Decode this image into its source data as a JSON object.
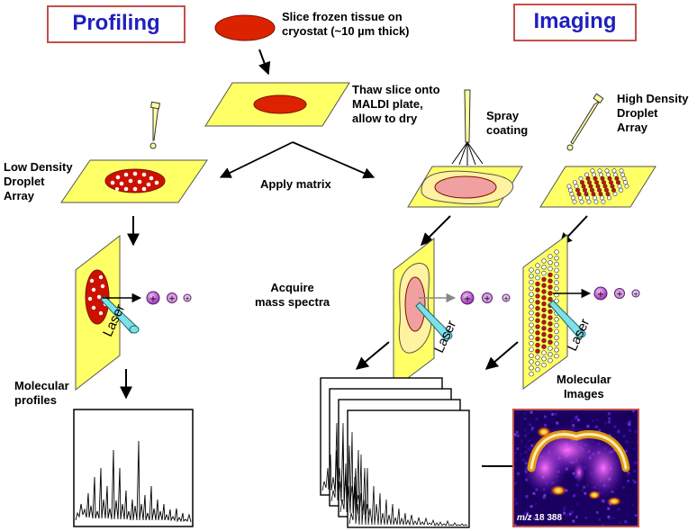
{
  "titles": {
    "profiling": "Profiling",
    "imaging": "Imaging"
  },
  "steps": {
    "slice": "Slice frozen tissue on\ncryostat (~10 µm thick)",
    "thaw": "Thaw slice onto\nMALDI plate,\nallow to dry",
    "apply_matrix": "Apply matrix",
    "low_density": "Low Density\nDroplet\nArray",
    "spray": "Spray\ncoating",
    "high_density": "High Density\nDroplet\nArray",
    "acquire": "Acquire\nmass spectra",
    "molecular_profiles": "Molecular\nprofiles",
    "molecular_images": "Molecular\nImages",
    "laser": "Laser"
  },
  "image_caption": {
    "mz_label": "m/z",
    "mz_value": "18 388"
  },
  "colors": {
    "title_border": "#c0504d",
    "title_text": "#1f1fbf",
    "plate": "#ffff66",
    "tissue": "#dd2200",
    "tissue_coated": "#f0a0a0",
    "ion": "#b050c0",
    "laser_beam": "#7fe0e8"
  }
}
